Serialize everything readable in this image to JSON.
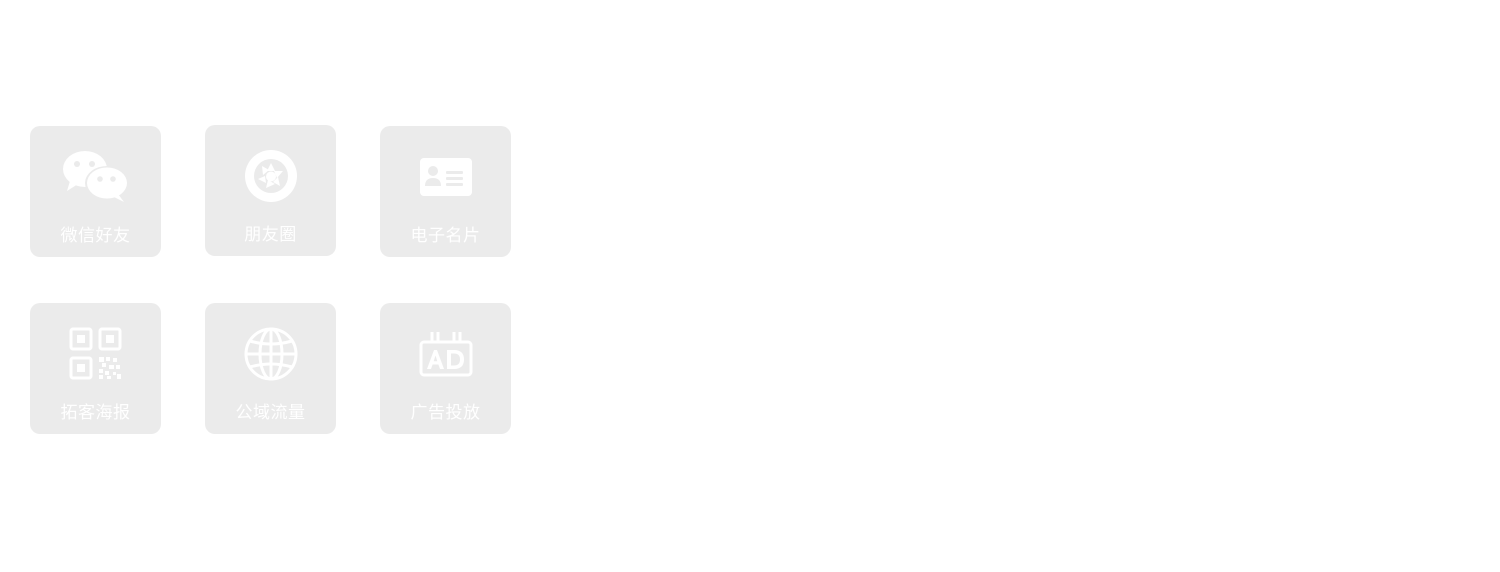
{
  "share_panel": {
    "items": [
      {
        "id": "wechat",
        "label": "微信好友",
        "icon": "wechat-icon"
      },
      {
        "id": "moments",
        "label": "朋友圈",
        "icon": "moments-icon"
      },
      {
        "id": "business-card",
        "label": "电子名片",
        "icon": "id-card-icon"
      },
      {
        "id": "poster",
        "label": "拓客海报",
        "icon": "qr-code-icon"
      },
      {
        "id": "public-traffic",
        "label": "公域流量",
        "icon": "globe-icon"
      },
      {
        "id": "ads",
        "label": "广告投放",
        "icon": "ad-board-icon"
      }
    ]
  },
  "colors": {
    "tile_background": "#ebebeb",
    "foreground": "#ffffff",
    "page_background": "#ffffff"
  }
}
